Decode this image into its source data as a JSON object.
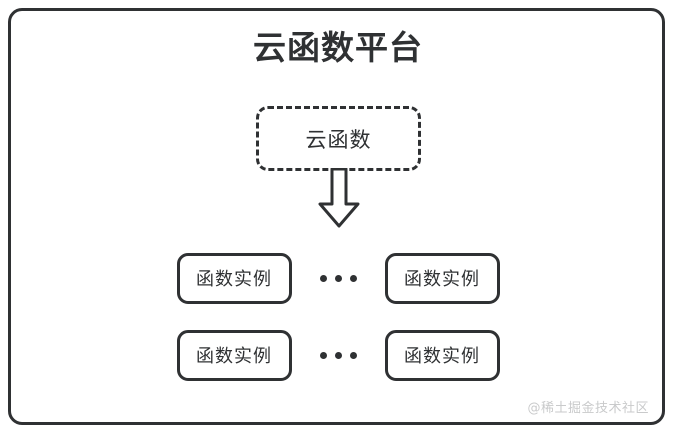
{
  "diagram": {
    "title": "云函数平台",
    "frame_color": "#2f3133",
    "background_color": "#ffffff",
    "function_node": {
      "label": "云函数",
      "border_style": "dashed"
    },
    "arrow": {
      "name": "down-arrow",
      "direction": "down",
      "style": "hollow-block"
    },
    "instance_rows": [
      {
        "left": {
          "label": "函数实例"
        },
        "separator": "• • •",
        "right": {
          "label": "函数实例"
        }
      },
      {
        "left": {
          "label": "函数实例"
        },
        "separator": "• • •",
        "right": {
          "label": "函数实例"
        }
      }
    ],
    "watermark": "@稀土掘金技术社区"
  }
}
